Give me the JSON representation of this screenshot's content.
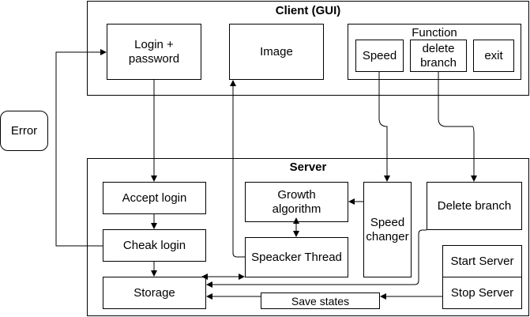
{
  "client": {
    "title": "Client (GUI)",
    "login": "Login +\npassword",
    "image": "Image",
    "function": {
      "title": "Function",
      "speed": "Speed",
      "delete_branch": "delete\nbranch",
      "exit": "exit"
    }
  },
  "error": "Error",
  "server": {
    "title": "Server",
    "accept_login": "Accept login",
    "check_login": "Cheak login",
    "storage": "Storage",
    "growth_algorithm": "Growth\nalgorithm",
    "speaker_thread": "Speacker Thread",
    "speed_changer": "Speed\nchanger",
    "delete_branch": "Delete branch",
    "start_server": "Start Server",
    "stop_server": "Stop Server",
    "save_states": "Save states"
  }
}
